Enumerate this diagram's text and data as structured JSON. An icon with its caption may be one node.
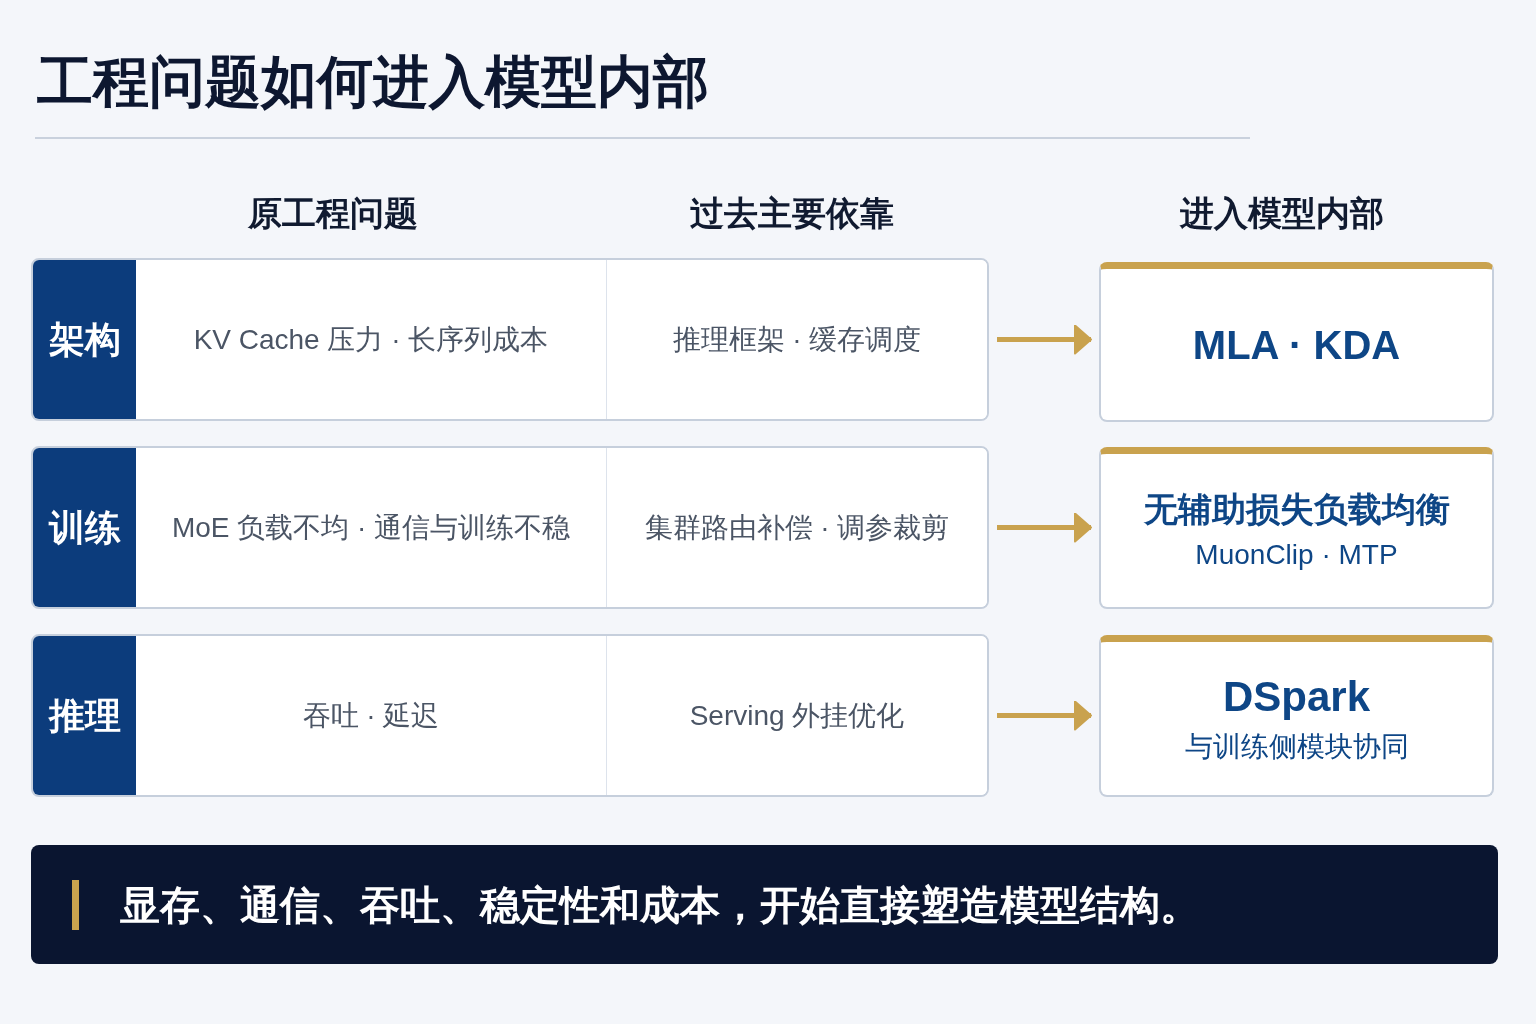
{
  "diagram": {
    "title": "工程问题如何进入模型内部",
    "nodes": [
      {
        "text": [
          "架构"
        ]
      },
      {
        "text": [
          "KV Cache 压力 · 长序列成本"
        ],
        "in": 0
      },
      {
        "text": [
          "推理框架 · 缓存调度"
        ],
        "in": 0
      },
      {
        "text": [
          "MLA · KDA"
        ]
      },
      {
        "text": [
          "训练"
        ]
      },
      {
        "text": [
          "MoE 负载不均 · 通信与训练不稳"
        ],
        "in": 4
      },
      {
        "text": [
          "集群路由补偿 · 调参裁剪"
        ],
        "in": 4
      },
      {
        "text": [
          "无辅助损失负载均衡",
          "MuonClip · MTP"
        ]
      },
      {
        "text": [
          "推理"
        ]
      },
      {
        "text": [
          "吞吐 · 延迟"
        ],
        "in": 8
      },
      {
        "text": [
          "Serving 外挂优化"
        ],
        "in": 8
      },
      {
        "text": [
          "DSpark",
          "与训练侧模块协同"
        ]
      },
      {
        "text": [
          "显存、通信、吞吐、稳定性和成本，开始直接塑造模型结构。"
        ]
      }
    ],
    "edges": [
      {
        "from": 0,
        "to": 3,
        "arrow": "to"
      },
      {
        "from": 4,
        "to": 7,
        "arrow": "to"
      },
      {
        "from": 8,
        "to": 11,
        "arrow": "to"
      }
    ],
    "labels": [
      "原工程问题",
      "过去主要依靠",
      "进入模型内部"
    ]
  }
}
